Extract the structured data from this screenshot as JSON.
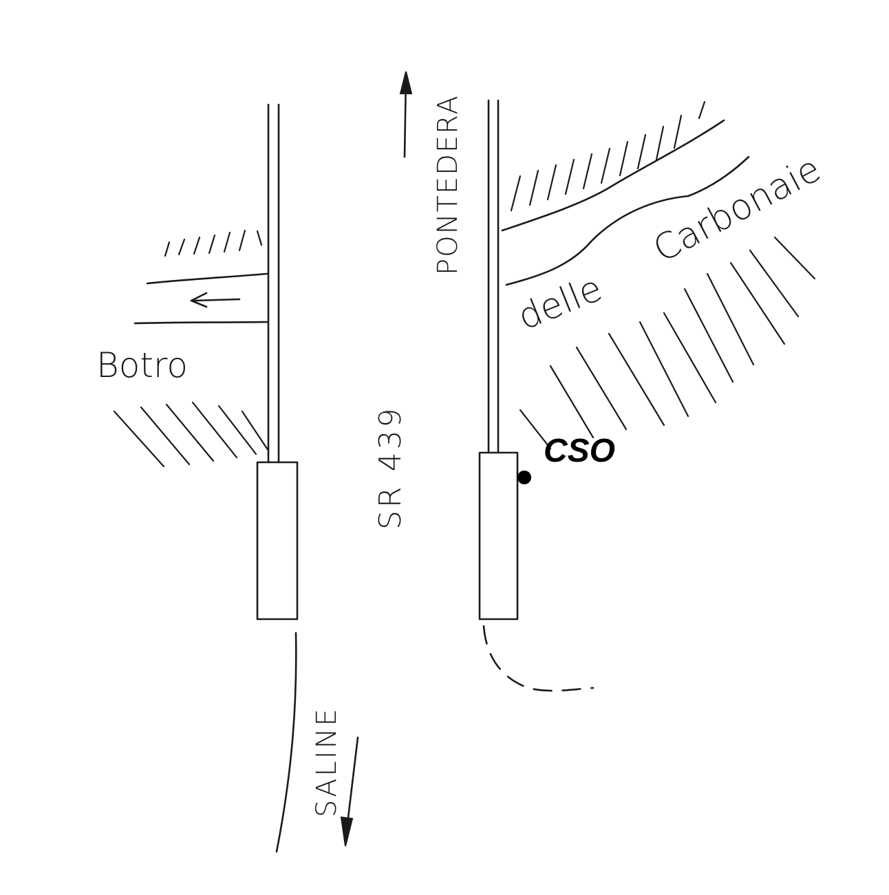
{
  "labels": {
    "pontedera": "PONTEDERA",
    "delle": "delle",
    "carbonaie": "Carbonaie",
    "botro": "Botro",
    "road": "SR 439",
    "saline": "SALINE",
    "cso": "CSO"
  },
  "colors": {
    "ink": "#1a1a1a",
    "marker": "#000000",
    "paper": "#ffffff"
  },
  "icons": {
    "north_arrow": "arrow-up-icon",
    "south_arrow": "arrow-down-icon",
    "flow_arrow": "arrow-left-icon",
    "cso_marker": "filled-dot-icon"
  }
}
